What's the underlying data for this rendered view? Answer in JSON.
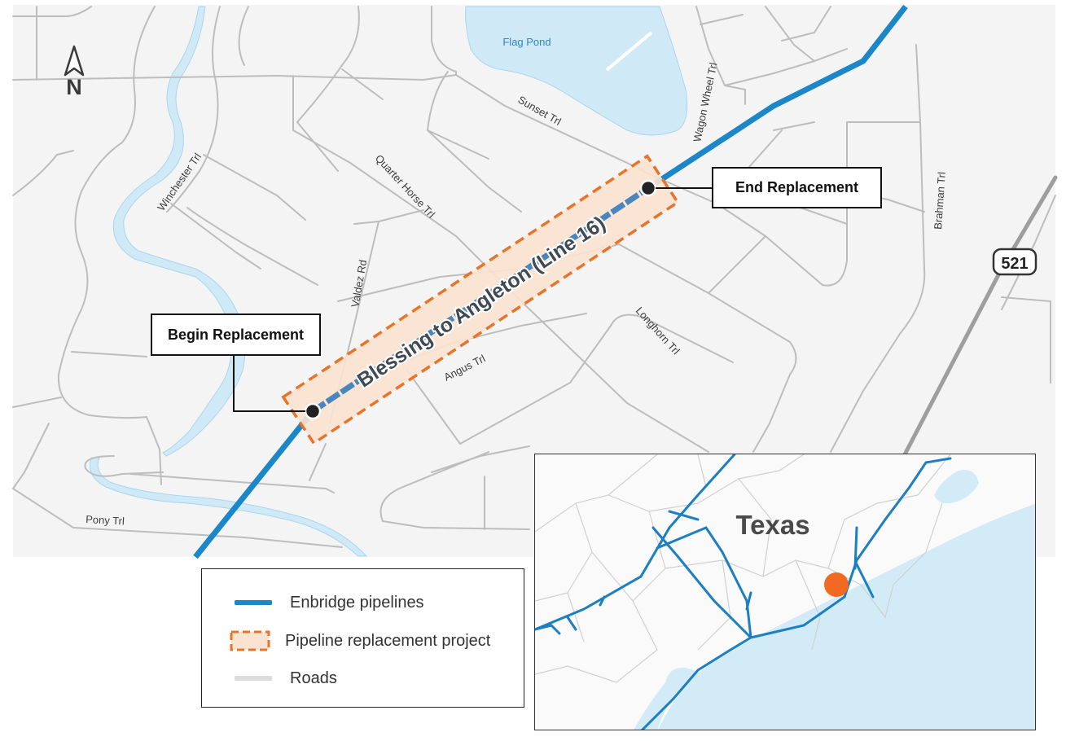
{
  "map": {
    "water_body_label": "Flag Pond",
    "north_arrow_label": "N",
    "highway_shield": "521",
    "streets": {
      "winchester": "Winchester Trl",
      "sunset": "Sunset Trl",
      "wagon_wheel": "Wagon Wheel Trl",
      "quarter_horse": "Quarter Horse Trl",
      "valdez": "Valdez Rd",
      "angus": "Angus Trl",
      "longhorn": "Longhorn Trl",
      "brahman": "Brahman Trl",
      "pony": "Pony Trl"
    },
    "pipeline_label": "Blessing to Angleton (Line 16)",
    "callouts": {
      "begin": "Begin Replacement",
      "end": "End Replacement"
    },
    "colors": {
      "pipeline": "#1b87c9",
      "project": "#e8732a",
      "project_fill": "#fbe3d2",
      "road": "#bdbdbd",
      "water": "#cfe9f7",
      "background": "#f4f4f4"
    }
  },
  "legend": {
    "items": [
      {
        "label": "Enbridge pipelines",
        "icon": "pipeline-line-swatch"
      },
      {
        "label": "Pipeline replacement project",
        "icon": "dashed-box-swatch"
      },
      {
        "label": "Roads",
        "icon": "road-line-swatch"
      }
    ]
  },
  "inset": {
    "state_label": "Texas",
    "marker_color": "#f26a21"
  }
}
